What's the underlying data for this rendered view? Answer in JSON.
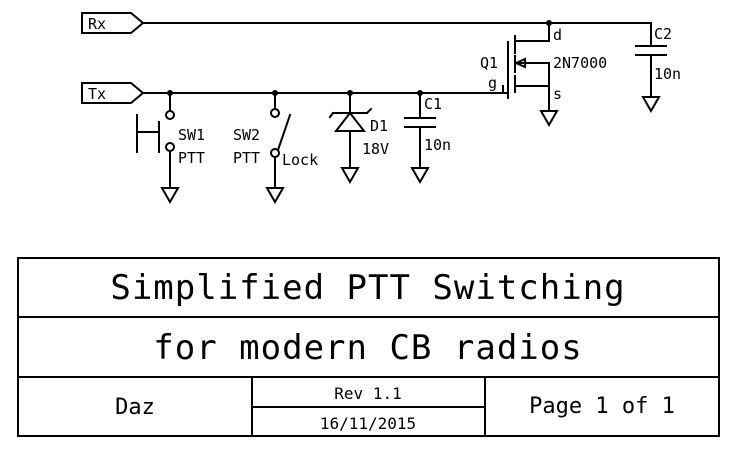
{
  "schematic": {
    "ports": {
      "rx": "Rx",
      "tx": "Tx"
    },
    "sw1": {
      "ref": "SW1",
      "value": "PTT"
    },
    "sw2": {
      "ref": "SW2",
      "value": "PTT",
      "extra": "Lock"
    },
    "d1": {
      "ref": "D1",
      "value": "18V"
    },
    "c1": {
      "ref": "C1",
      "value": "10n"
    },
    "c2": {
      "ref": "C2",
      "value": "10n"
    },
    "q1": {
      "ref": "Q1",
      "part": "2N7000",
      "pin_d": "d",
      "pin_g": "g",
      "pin_s": "s"
    }
  },
  "title_block": {
    "title_line1": "Simplified PTT Switching",
    "title_line2": "for modern CB radios",
    "author": "Daz",
    "revision": "Rev 1.1",
    "date": "16/11/2015",
    "page": "Page 1 of 1"
  }
}
